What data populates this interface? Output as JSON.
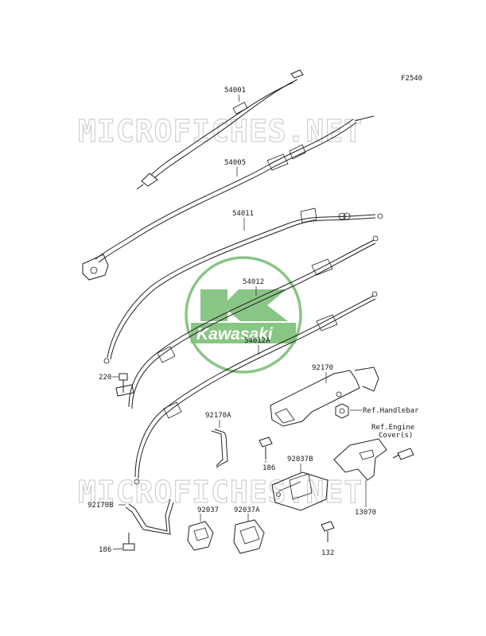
{
  "figure_code": "F2540",
  "watermark": {
    "text": "MICROFICHES.NET",
    "logo_text": "Kawasaki"
  },
  "brand_colors": {
    "logo_green": "#7cbf78",
    "watermark_gray": "#d0d0d0",
    "line": "#1f1f1f"
  },
  "parts": [
    {
      "id": "54001",
      "label": "54001"
    },
    {
      "id": "54005",
      "label": "54005"
    },
    {
      "id": "54011",
      "label": "54011"
    },
    {
      "id": "54012",
      "label": "54012"
    },
    {
      "id": "54012A",
      "label": "54012A"
    },
    {
      "id": "220",
      "label": "220"
    },
    {
      "id": "92170",
      "label": "92170"
    },
    {
      "id": "92170A",
      "label": "92170A"
    },
    {
      "id": "92170B",
      "label": "92170B"
    },
    {
      "id": "186a",
      "label": "186"
    },
    {
      "id": "186b",
      "label": "186"
    },
    {
      "id": "92037",
      "label": "92037"
    },
    {
      "id": "92037A",
      "label": "92037A"
    },
    {
      "id": "92037B",
      "label": "92037B"
    },
    {
      "id": "132",
      "label": "132"
    },
    {
      "id": "13070",
      "label": "13070"
    }
  ],
  "references": {
    "handlebar": "Ref.Handlebar",
    "engine_line1": "Ref.Engine",
    "engine_line2": "Cover(s)"
  }
}
